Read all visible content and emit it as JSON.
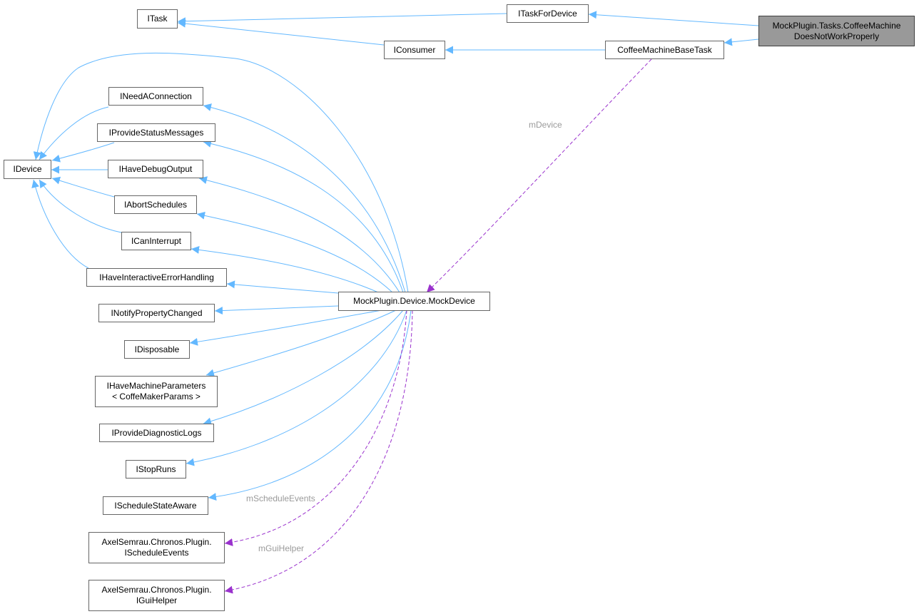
{
  "colors": {
    "inherit": "#63b8ff",
    "member": "#9a32cd",
    "node_border": "#666666",
    "focus_fill": "#999999"
  },
  "nodes": {
    "itask": "ITask",
    "itaskfordevice": "ITaskForDevice",
    "focus": {
      "line1": "MockPlugin.Tasks.CoffeeMachine",
      "line2": "DoesNotWorkProperly"
    },
    "iconsumer": "IConsumer",
    "coffeebase": "CoffeeMachineBaseTask",
    "ineedaconnection": "INeedAConnection",
    "iprovidestatus": "IProvideStatusMessages",
    "idevice": "IDevice",
    "ihavedebug": "IHaveDebugOutput",
    "iabort": "IAbortSchedules",
    "icaninterrupt": "ICanInterrupt",
    "ihaveinteractive": "IHaveInteractiveErrorHandling",
    "mockdevice": "MockPlugin.Device.MockDevice",
    "inotify": "INotifyPropertyChanged",
    "idisposable": "IDisposable",
    "ihavemachine": {
      "line1": "IHaveMachineParameters",
      "line2": "< CoffeMakerParams >"
    },
    "iprovidediag": "IProvideDiagnosticLogs",
    "istopruns": "IStopRuns",
    "ischedulestate": "IScheduleStateAware",
    "ischeduleevents": {
      "line1": "AxelSemrau.Chronos.Plugin.",
      "line2": "IScheduleEvents"
    },
    "iguihelper": {
      "line1": "AxelSemrau.Chronos.Plugin.",
      "line2": "IGuiHelper"
    }
  },
  "edge_labels": {
    "mdevice": "mDevice",
    "mscheduleevents": "mScheduleEvents",
    "mguihelper": "mGuiHelper"
  }
}
